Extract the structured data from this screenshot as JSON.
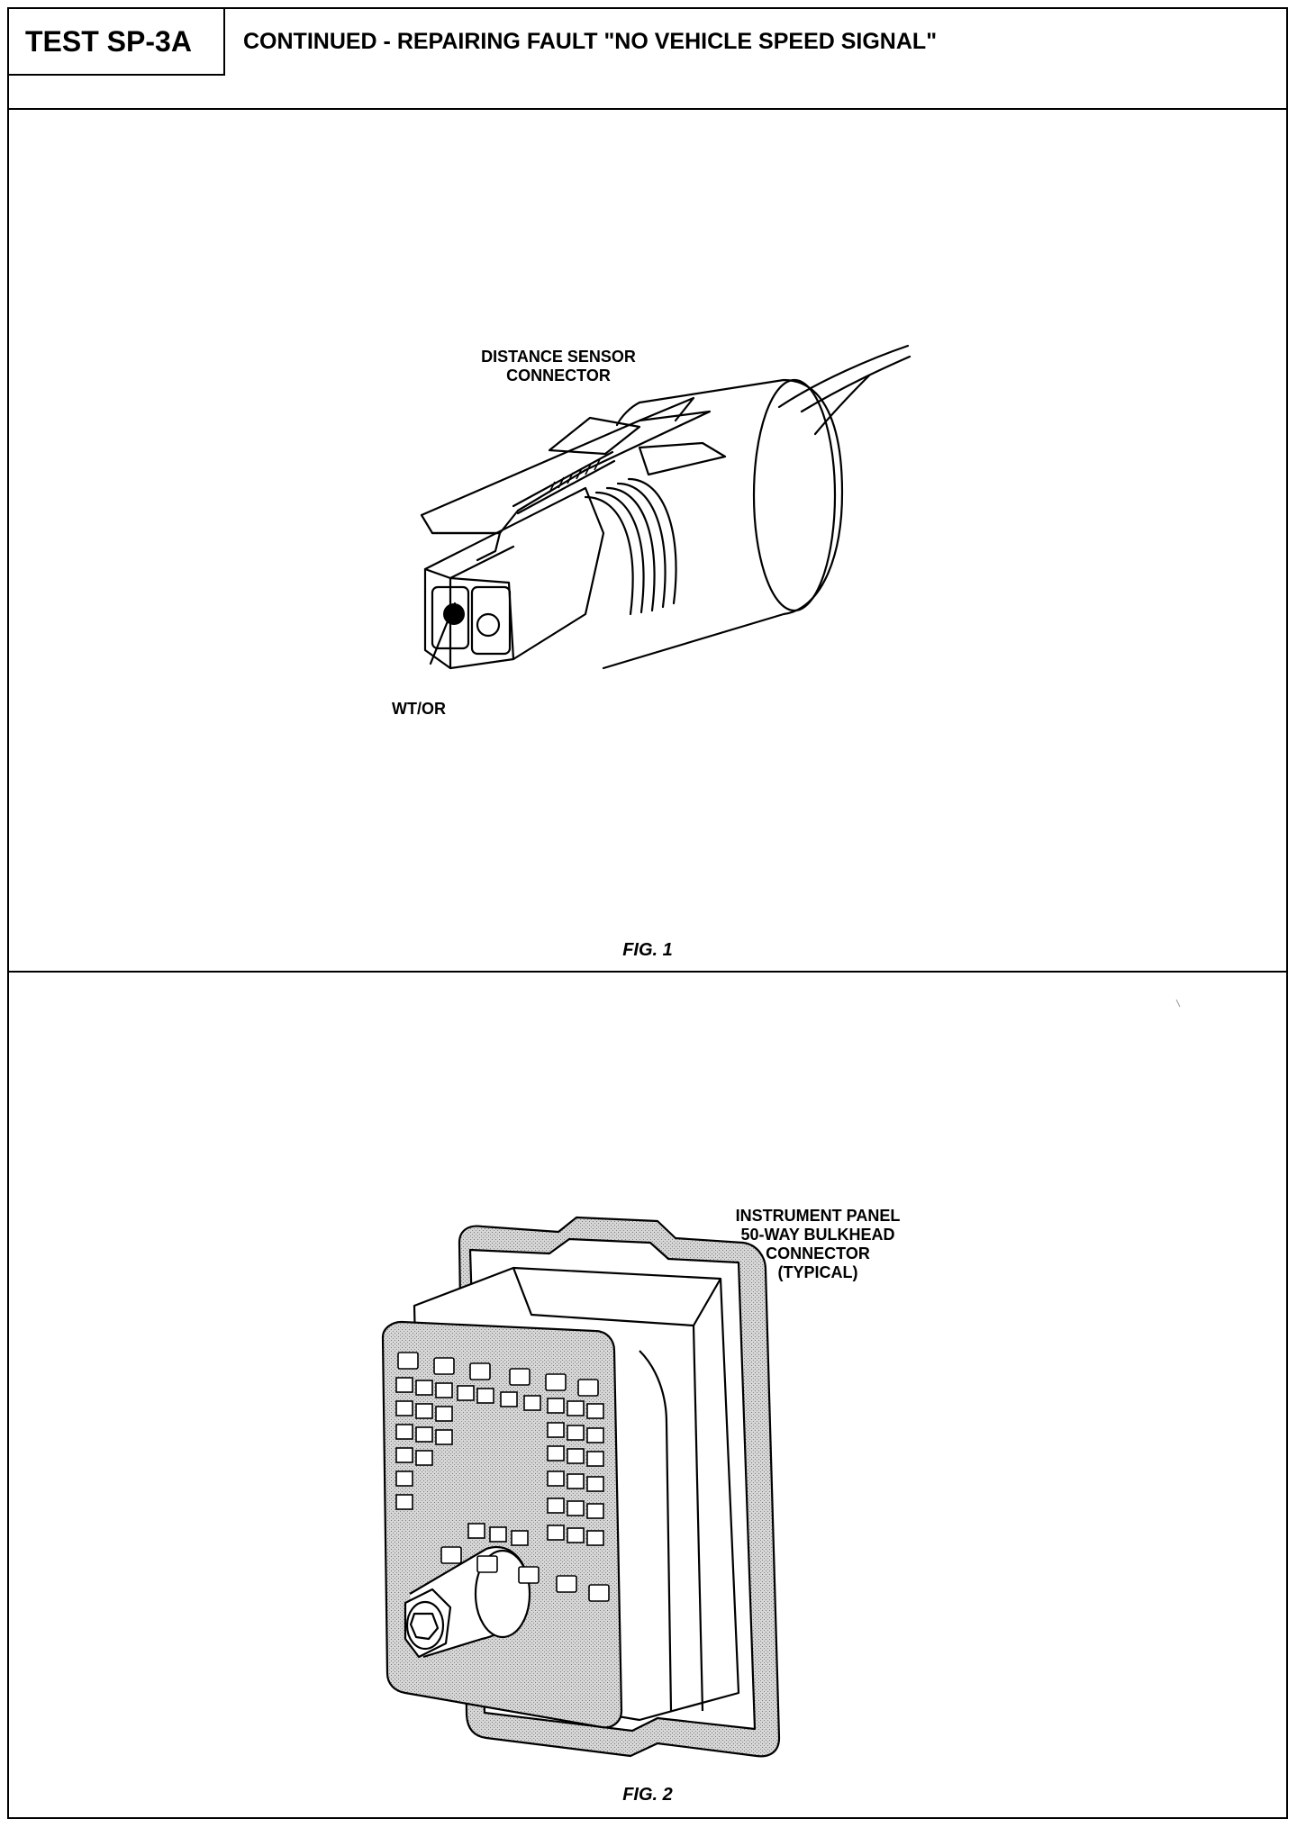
{
  "header": {
    "test_id": "TEST SP-3A",
    "title": "CONTINUED - REPAIRING FAULT \"NO VEHICLE SPEED SIGNAL\""
  },
  "figure1": {
    "label_line1": "DISTANCE SENSOR",
    "label_line2": "CONNECTOR",
    "wire_label": "WT/OR",
    "caption": "FIG. 1"
  },
  "figure2": {
    "label_line1": "INSTRUMENT PANEL",
    "label_line2": "50-WAY BULKHEAD",
    "label_line3": "CONNECTOR",
    "label_line4": "(TYPICAL)",
    "caption": "FIG. 2"
  }
}
